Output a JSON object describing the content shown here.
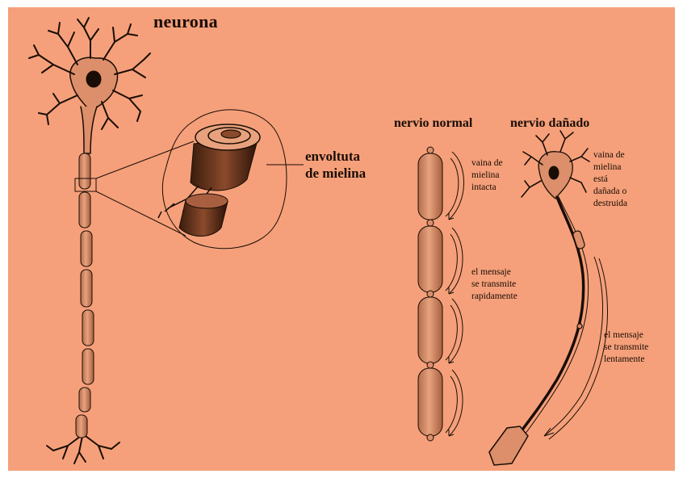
{
  "title": "neurona",
  "myelin_label": [
    "envoltuta",
    "de mielina"
  ],
  "normal_nerve": {
    "heading": "nervio normal",
    "sheath_note": [
      "vaina de",
      "mielina",
      "intacta"
    ],
    "message_note": [
      "el mensaje",
      "se transmite",
      "rapidamente"
    ]
  },
  "damaged_nerve": {
    "heading": "nervio dañado",
    "sheath_note": [
      "vaina de",
      "mielina",
      "está",
      "dañada o",
      "destruida"
    ],
    "message_note": [
      "el mensaje",
      "se transmite",
      "lentamente"
    ]
  },
  "colors": {
    "background": "#f5a07a",
    "ink": "#1a0d06",
    "segment_fill": "#dc8f6a",
    "frame": "#ffffff"
  }
}
